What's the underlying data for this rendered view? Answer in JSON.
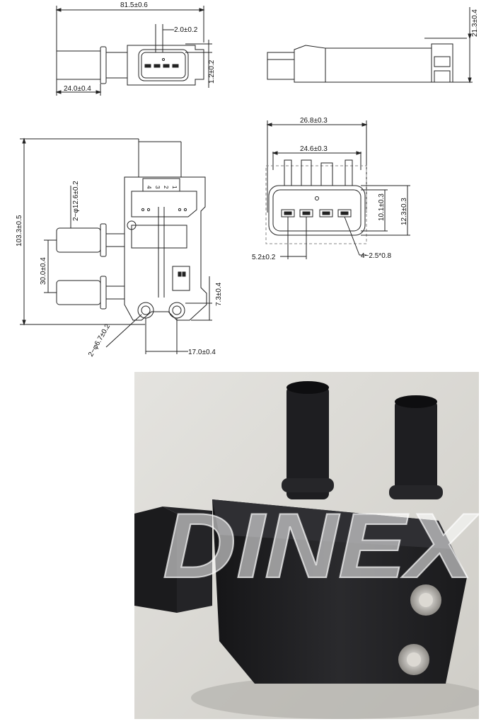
{
  "dimensions": {
    "top_left": {
      "overall_length": "81.5±0.6",
      "pin_pitch": "2.0±0.2",
      "pin_height": "1.2±0.2",
      "tube_length": "24.0±0.4"
    },
    "top_right": {
      "height": "21.3±0.4"
    },
    "front": {
      "total_height": "103.3±0.5",
      "tube_diameter": "2−φ12.6±0.2",
      "tube_spacing": "30.0±0.4",
      "hole_diameter": "2−φ6.7±0.2",
      "hole_spacing": "17.0±0.4",
      "hole_offset": "7.3±0.4",
      "pin_numbers": [
        "4",
        "3",
        "2",
        "1"
      ]
    },
    "connector": {
      "outer_width": "26.8±0.3",
      "inner_width": "24.6±0.3",
      "inner_height": "10.1±0.3",
      "outer_height": "12.3±0.3",
      "pin_spacing": "5.2±0.2",
      "pin_size": "4−2.5*0.8"
    }
  },
  "photo": {
    "watermark_text": "DINEX",
    "colors": {
      "background": "#d9d7d2",
      "sensor_body": "#1c1c1e",
      "watermark": "#ffffff"
    }
  }
}
